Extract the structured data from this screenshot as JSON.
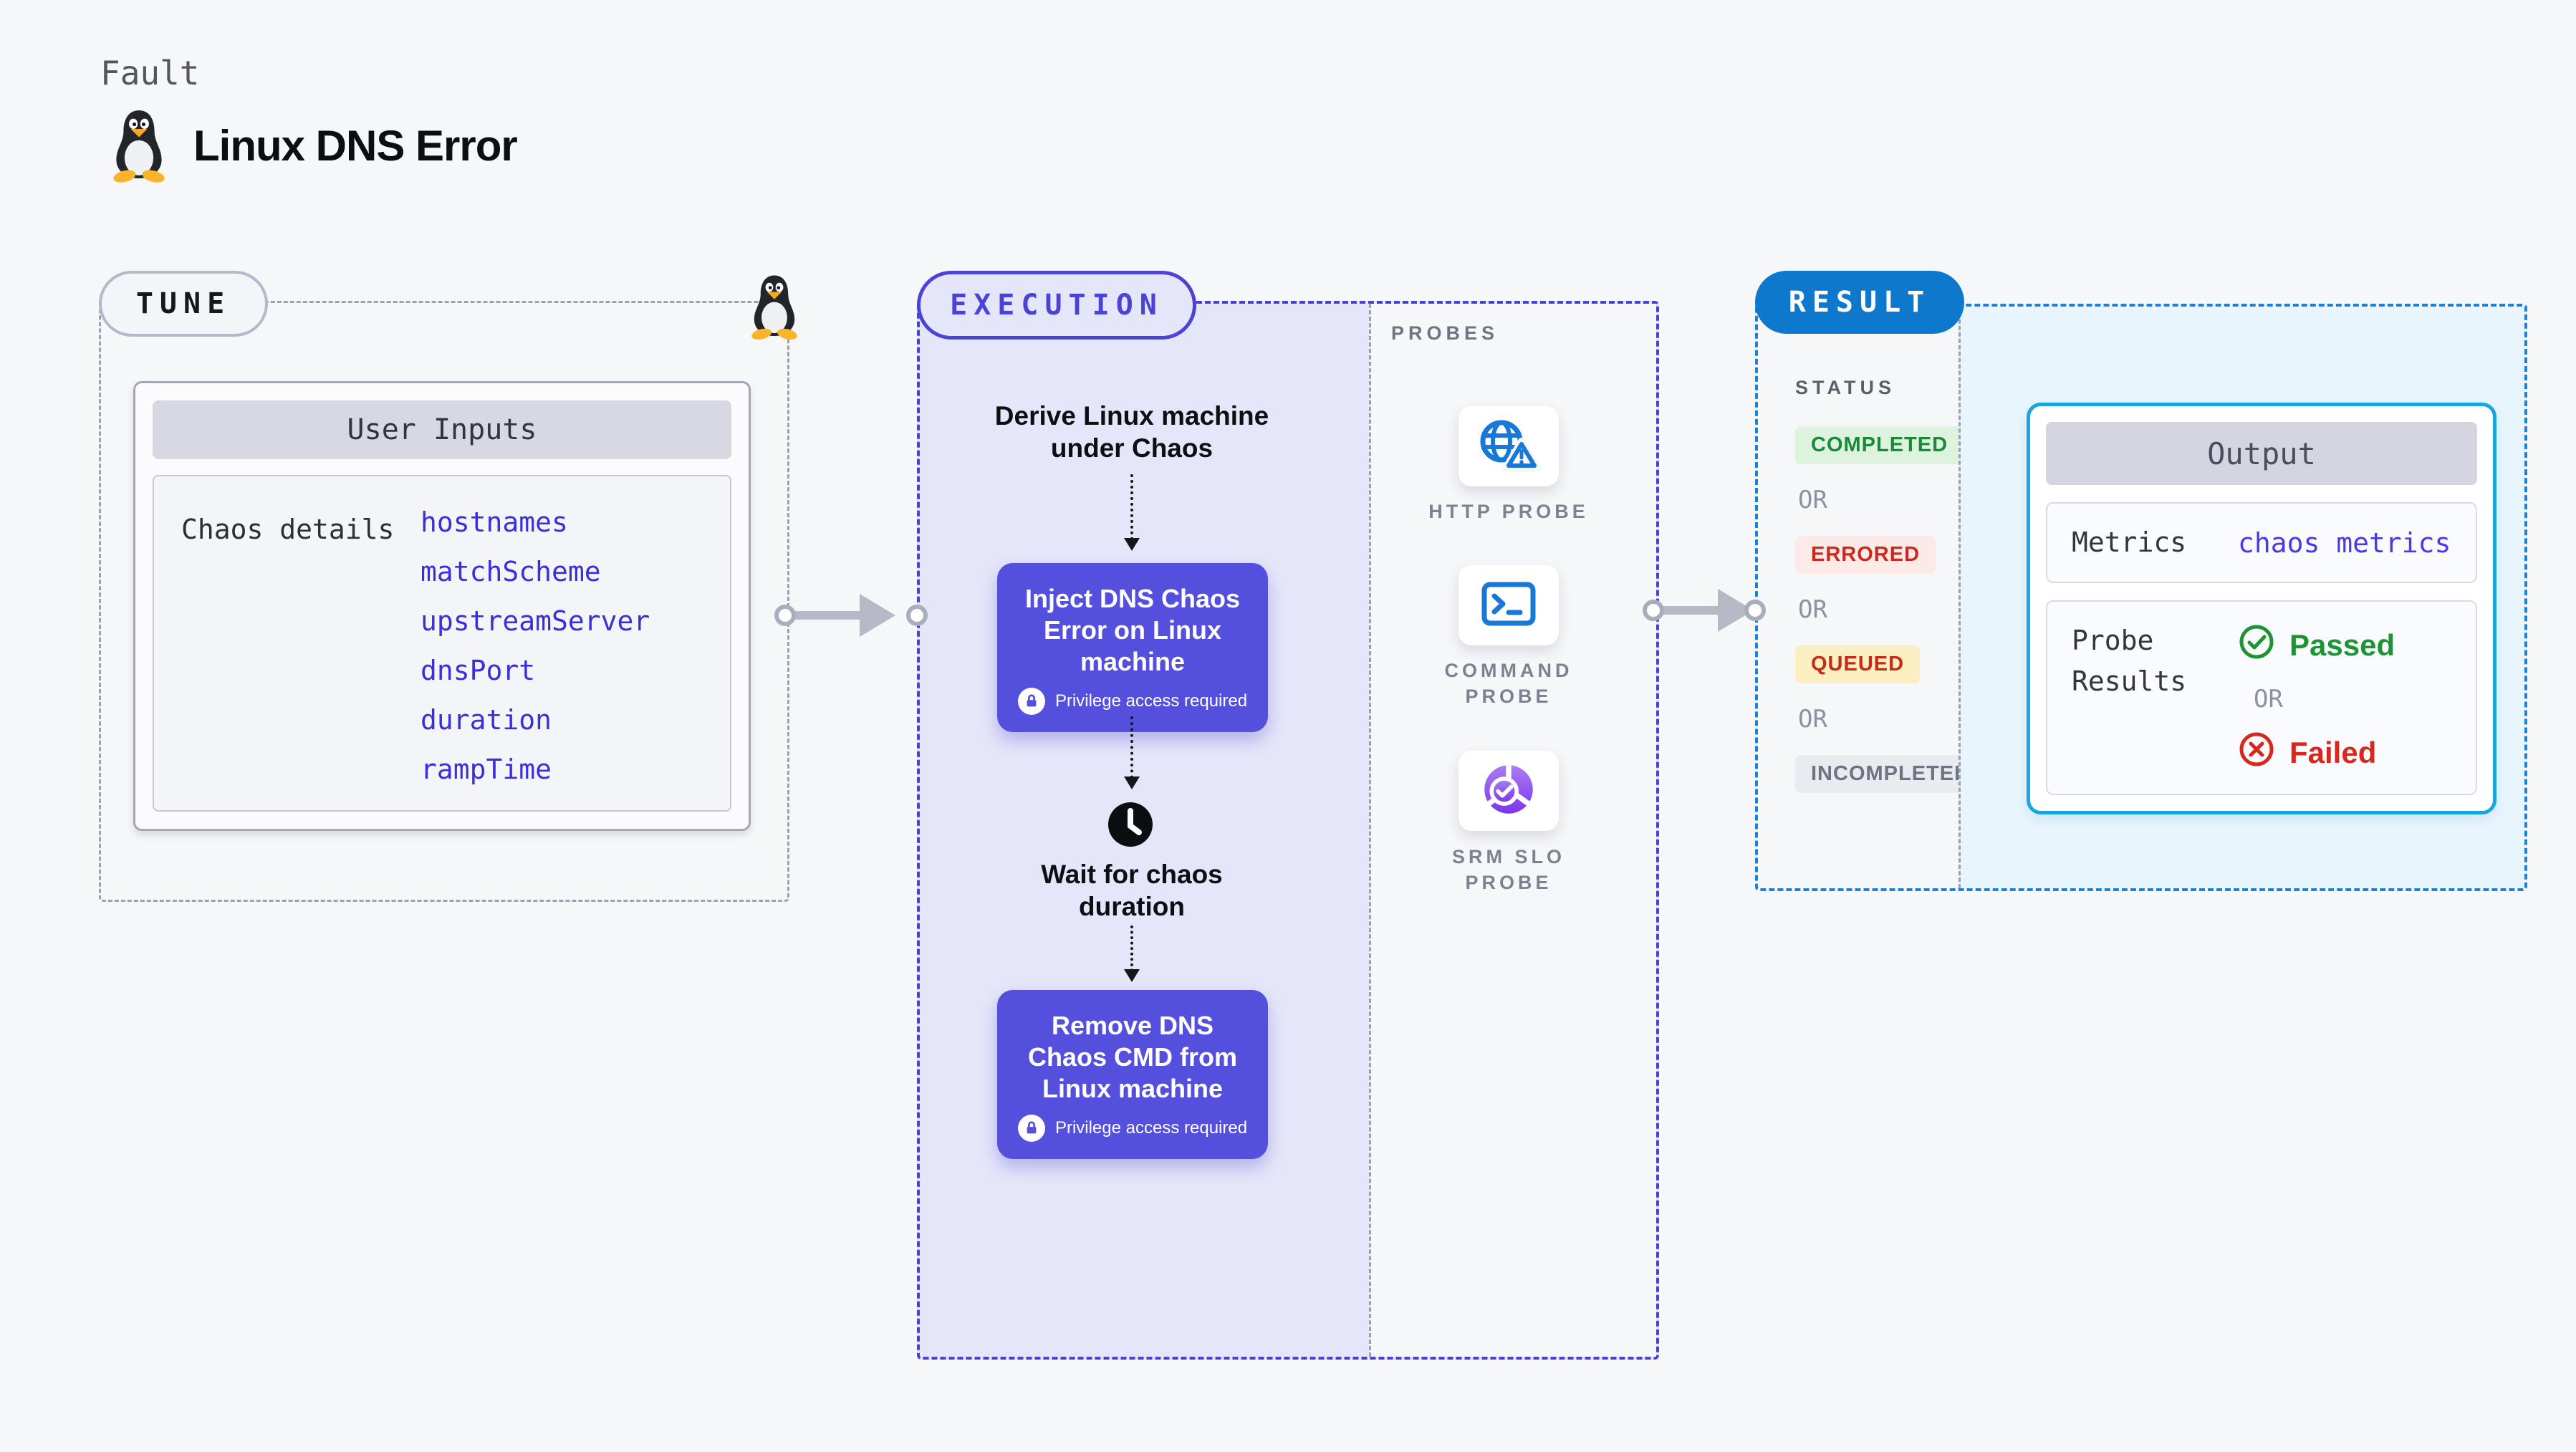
{
  "header": {
    "kicker": "Fault",
    "title": "Linux DNS Error"
  },
  "tune": {
    "badge": "TUNE",
    "user_inputs": {
      "header": "User Inputs",
      "row_label": "Chaos details",
      "items": [
        "hostnames",
        "matchScheme",
        "upstreamServer",
        "dnsPort",
        "duration",
        "rampTime"
      ]
    }
  },
  "execution": {
    "badge": "EXECUTION",
    "flow": {
      "derive": "Derive Linux machine under Chaos",
      "inject_title": "Inject DNS Chaos Error on Linux machine",
      "wait": "Wait for chaos duration",
      "remove_title": "Remove DNS Chaos CMD from Linux machine",
      "privilege_note": "Privilege access required"
    },
    "probes": {
      "label": "PROBES",
      "items": [
        {
          "name": "HTTP PROBE",
          "icon": "globe-warning-icon"
        },
        {
          "name": "COMMAND PROBE",
          "icon": "terminal-icon"
        },
        {
          "name": "SRM SLO PROBE",
          "icon": "slo-donut-check-icon"
        }
      ]
    }
  },
  "result": {
    "badge": "RESULT",
    "status": {
      "label": "STATUS",
      "or": "OR",
      "items": [
        {
          "text": "COMPLETED",
          "bg": "#def3dd",
          "fg": "#1a8a38"
        },
        {
          "text": "ERRORED",
          "bg": "#fceae8",
          "fg": "#cc291e"
        },
        {
          "text": "QUEUED",
          "bg": "#fbeec0",
          "fg": "#c52a1a"
        },
        {
          "text": "INCOMPLETED",
          "bg": "#eaebf1",
          "fg": "#6e7382"
        }
      ]
    },
    "output": {
      "header": "Output",
      "metrics_label": "Metrics",
      "metrics_value": "chaos metrics",
      "probe_results_label": "Probe Results",
      "passed": "Passed",
      "or": "OR",
      "failed": "Failed"
    }
  },
  "colors": {
    "page_bg": "#f6f7f9",
    "execution_panel_bg": "#e6e6fa",
    "execution_dash": "#4742cf",
    "chaos_node_purple": "#5450dd",
    "chaos_badge_pink": "#f85a8f",
    "result_dash": "#1b82d6",
    "result_pill_blue": "#0e78cd",
    "output_region_bg": "#e8f5fc",
    "output_border_cyan": "#17a6e0",
    "probe_icon_blue": "#1878d8",
    "srm_gradient_start": "#ab7df0",
    "srm_gradient_end": "#7a36ee",
    "input_item_blue": "#3b2fd8",
    "passed_green": "#1d9334",
    "failed_red": "#d7281d"
  }
}
